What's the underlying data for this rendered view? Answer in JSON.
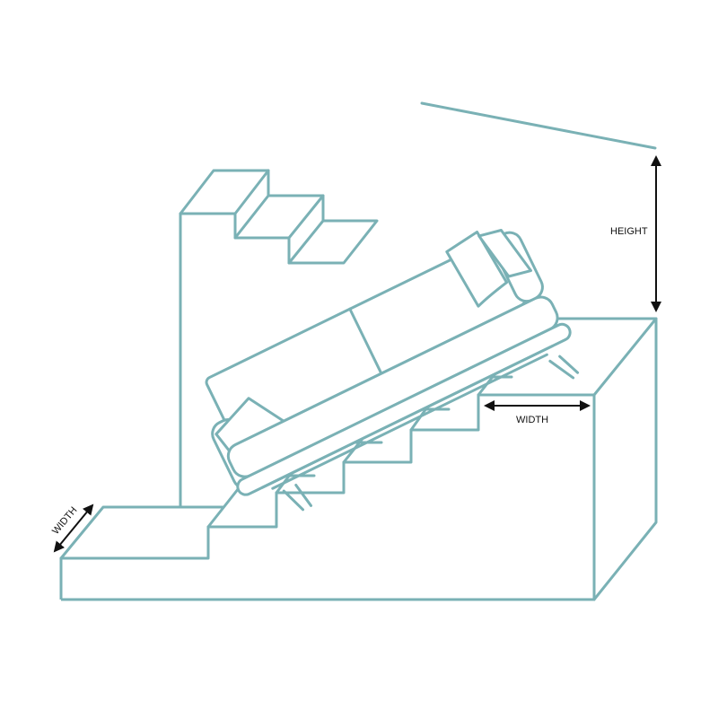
{
  "labels": {
    "height": "HEIGHT",
    "width_top": "WIDTH",
    "width_left": "WIDTH"
  },
  "colors": {
    "stroke": "#7ab1b5",
    "dimension": "#111111"
  }
}
